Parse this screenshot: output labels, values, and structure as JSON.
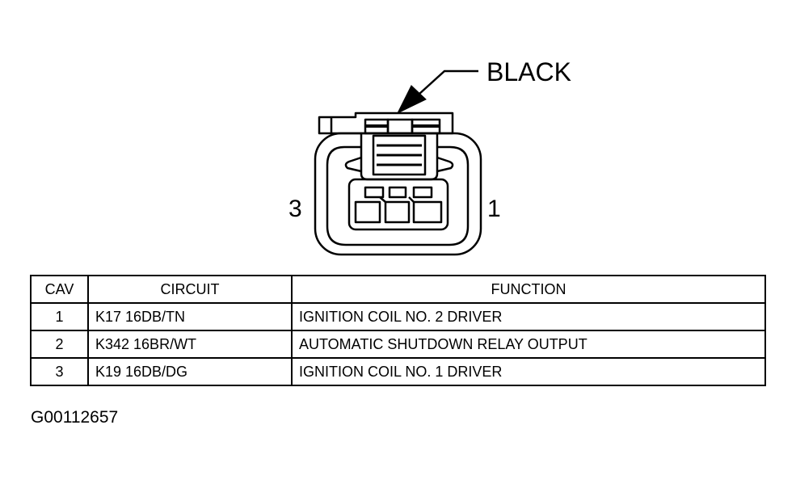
{
  "connector": {
    "color_label": "BLACK",
    "cavity_left_label": "3",
    "cavity_right_label": "1"
  },
  "table": {
    "headers": {
      "cav": "CAV",
      "circuit": "CIRCUIT",
      "function": "FUNCTION"
    },
    "rows": [
      {
        "cav": "1",
        "circuit": "K17 16DB/TN",
        "function": "IGNITION COIL NO. 2 DRIVER"
      },
      {
        "cav": "2",
        "circuit": "K342 16BR/WT",
        "function": "AUTOMATIC SHUTDOWN RELAY OUTPUT"
      },
      {
        "cav": "3",
        "circuit": "K19 16DB/DG",
        "function": "IGNITION COIL NO. 1 DRIVER"
      }
    ]
  },
  "figure_id": "G00112657"
}
